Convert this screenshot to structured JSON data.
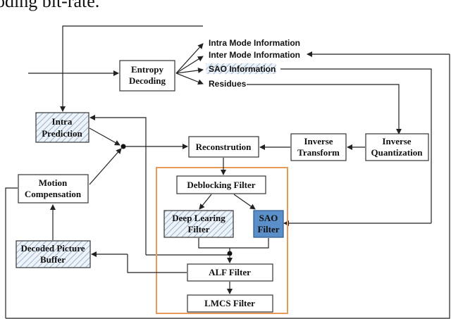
{
  "caption_fragment": "oding bit-rate.",
  "blocks": {
    "entropy_line1": "Entropy",
    "entropy_line2": "Decoding",
    "intra_line1": "Intra",
    "intra_line2": "Prediction",
    "motion_line1": "Motion",
    "motion_line2": "Compensation",
    "dpb_line1": "Decoded Picture",
    "dpb_line2": "Buffer",
    "reconstruction": "Reconstrution",
    "inv_transform_line1": "Inverse",
    "inv_transform_line2": "Transform",
    "inv_quant_line1": "Inverse",
    "inv_quant_line2": "Quantization",
    "deblocking": "Deblocking Filter",
    "deep_line1": "Deep Learing",
    "deep_line2": "Filter",
    "sao_line1": "SAO",
    "sao_line2": "Filter",
    "alf": "ALF Filter",
    "lmcs": "LMCS Filter"
  },
  "outputs": {
    "intra_mode": "Intra Mode Information",
    "inter_mode": "Inter Mode Information",
    "sao_info": "SAO Information",
    "residues": "Residues"
  },
  "colors": {
    "filter_group_border": "#e69a5a",
    "sao_fill": "#5b8fc9",
    "hatch": "#9ab3cf"
  }
}
